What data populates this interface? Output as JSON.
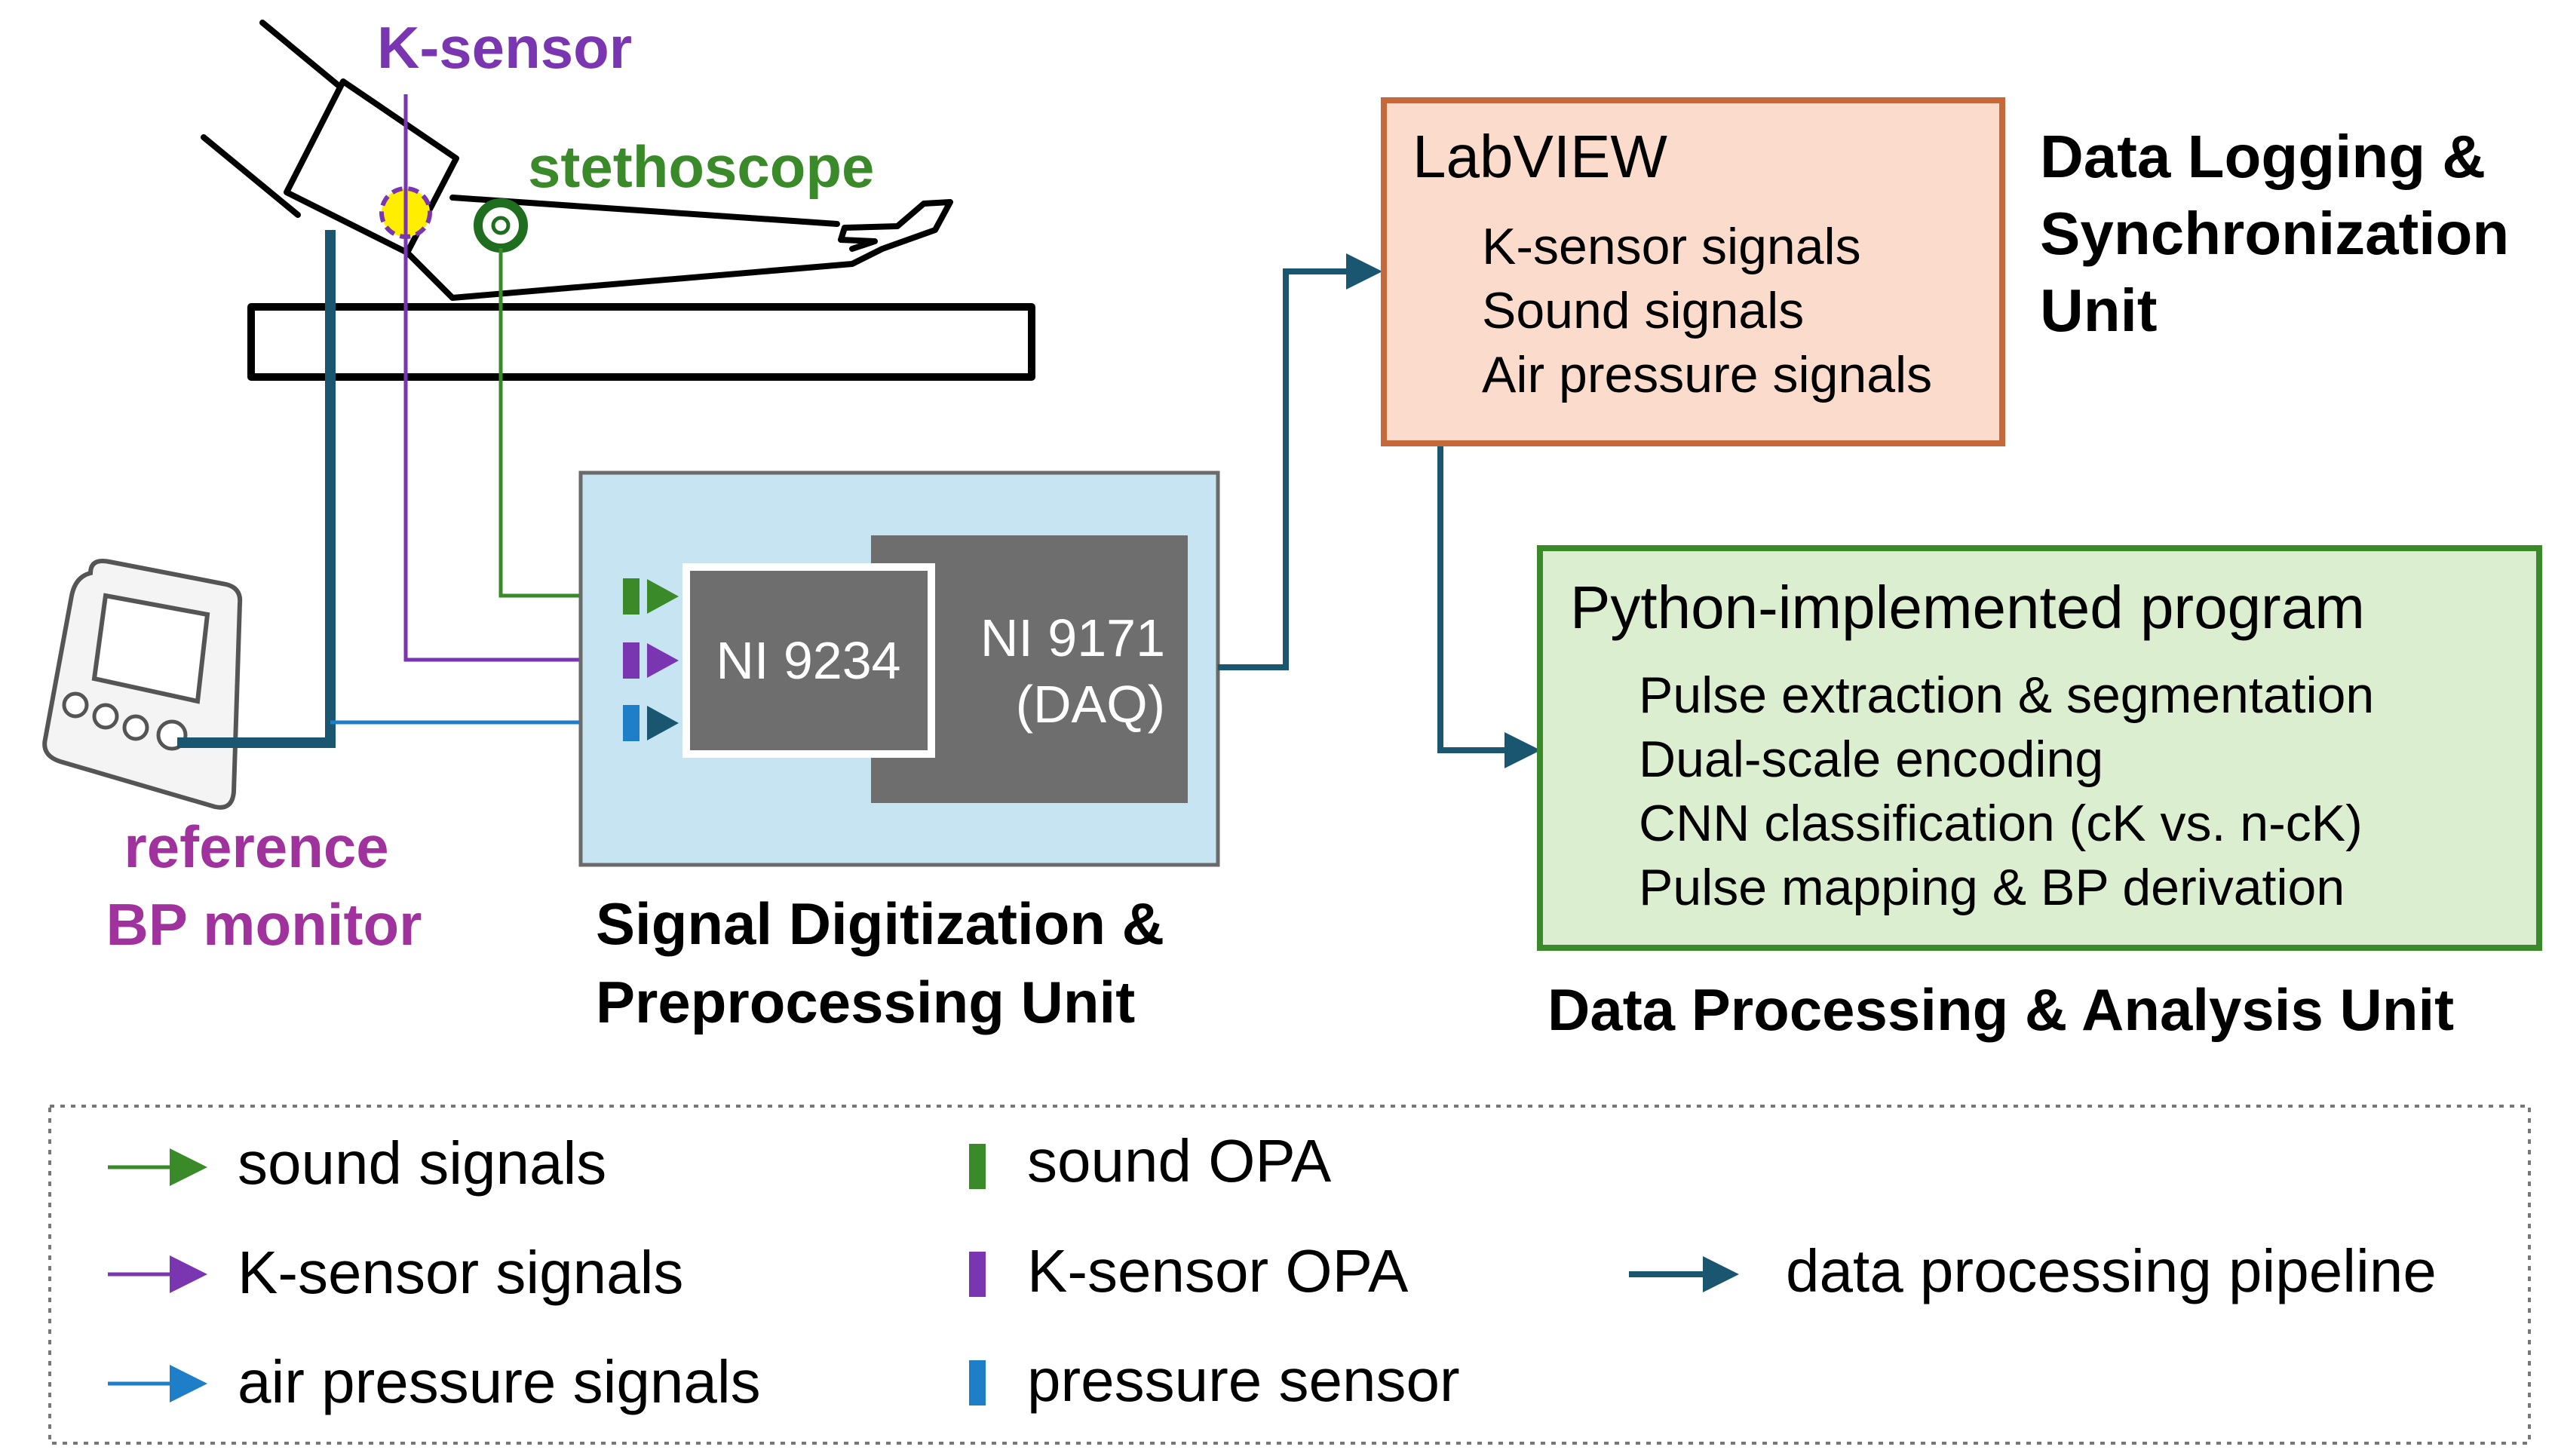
{
  "labels": {
    "k_sensor": "K-sensor",
    "stethoscope": "stethoscope",
    "reference_bp_line1": "reference",
    "reference_bp_line2": "BP monitor"
  },
  "daq": {
    "ni9234": "NI 9234",
    "ni9171_line1": "NI 9171",
    "ni9171_line2": "(DAQ)",
    "unit_title_line1": "Signal Digitization &",
    "unit_title_line2": "Preprocessing Unit"
  },
  "labview": {
    "title": "LabVIEW",
    "items": [
      "K-sensor signals",
      "Sound signals",
      "Air pressure signals"
    ],
    "unit_title_line1": "Data Logging &",
    "unit_title_line2": "Synchronization",
    "unit_title_line3": "Unit"
  },
  "python": {
    "title": "Python-implemented program",
    "items": [
      "Pulse extraction & segmentation",
      "Dual-scale encoding",
      "CNN classification (cK vs. n-cK)",
      "Pulse mapping & BP derivation"
    ],
    "unit_title": "Data Processing & Analysis Unit"
  },
  "legend": {
    "sound_signals": "sound signals",
    "k_sensor_signals": "K-sensor signals",
    "air_pressure_signals": "air pressure signals",
    "sound_opa": "sound OPA",
    "k_sensor_opa": "K-sensor OPA",
    "pressure_sensor": "pressure sensor",
    "pipeline": "data processing pipeline"
  },
  "colors": {
    "sound": "#3a8a2a",
    "k_sensor": "#7a35b0",
    "k_sensor_label": "#a0329e",
    "pressure": "#1e7fc8",
    "pipeline": "#1a5670",
    "daq_bg": "#c6e4f2",
    "labview_bg": "#fbdccc",
    "labview_border": "#c5683a",
    "python_bg": "#dbeecf",
    "python_border": "#3a8a2a",
    "module_gray": "#6e6e6e"
  }
}
